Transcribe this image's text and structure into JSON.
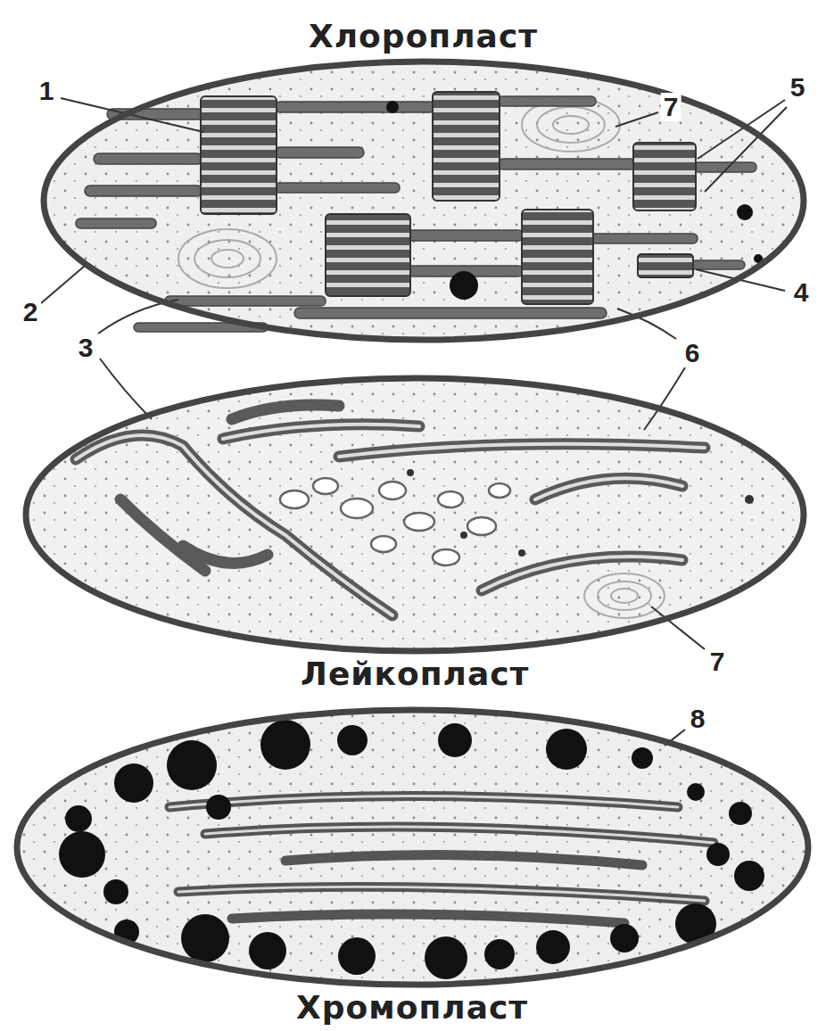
{
  "diagram": {
    "nodes": [
      {
        "text": [
          "Хлоропласт"
        ]
      },
      {
        "text": [
          "Лейкопласт"
        ]
      },
      {
        "text": [
          "Хромопласт"
        ]
      }
    ],
    "labels": [
      "1",
      "7",
      "5",
      "2",
      "4",
      "3",
      "6",
      "7",
      "8"
    ]
  }
}
